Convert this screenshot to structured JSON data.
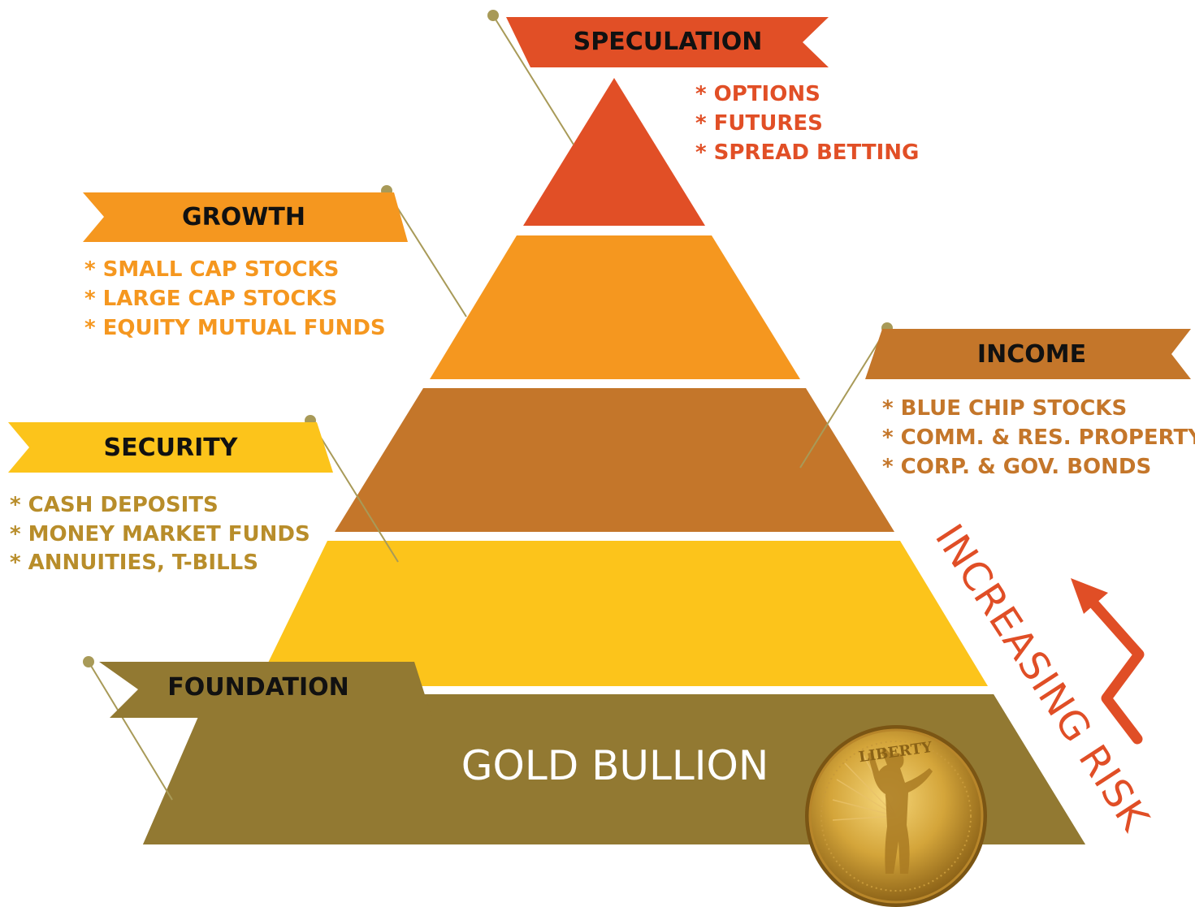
{
  "colors": {
    "speculation": "#E14F26",
    "growth": "#F5971F",
    "income": "#C4762A",
    "security": "#FCC41B",
    "foundation": "#927932",
    "connector": "#A89A58",
    "risk": "#E04E26"
  },
  "tiers": {
    "speculation": {
      "label": "SPECULATION",
      "items": [
        "* OPTIONS",
        "* FUTURES",
        "* SPREAD BETTING"
      ]
    },
    "growth": {
      "label": "GROWTH",
      "items": [
        "* SMALL CAP STOCKS",
        "* LARGE CAP STOCKS",
        "* EQUITY MUTUAL FUNDS"
      ]
    },
    "income": {
      "label": "INCOME",
      "items": [
        "* BLUE CHIP STOCKS",
        "* COMM. & RES. PROPERTY",
        "* CORP. & GOV. BONDS"
      ]
    },
    "security": {
      "label": "SECURITY",
      "items": [
        "* CASH DEPOSITS",
        "* MONEY MARKET FUNDS",
        "* ANNUITIES, T-BILLS"
      ]
    },
    "foundation": {
      "label": "FOUNDATION",
      "base_text": "GOLD BULLION"
    }
  },
  "risk_label": "INCREASING RISK",
  "coin": {
    "icon": "gold-coin-icon",
    "inscription": "LIBERTY"
  }
}
